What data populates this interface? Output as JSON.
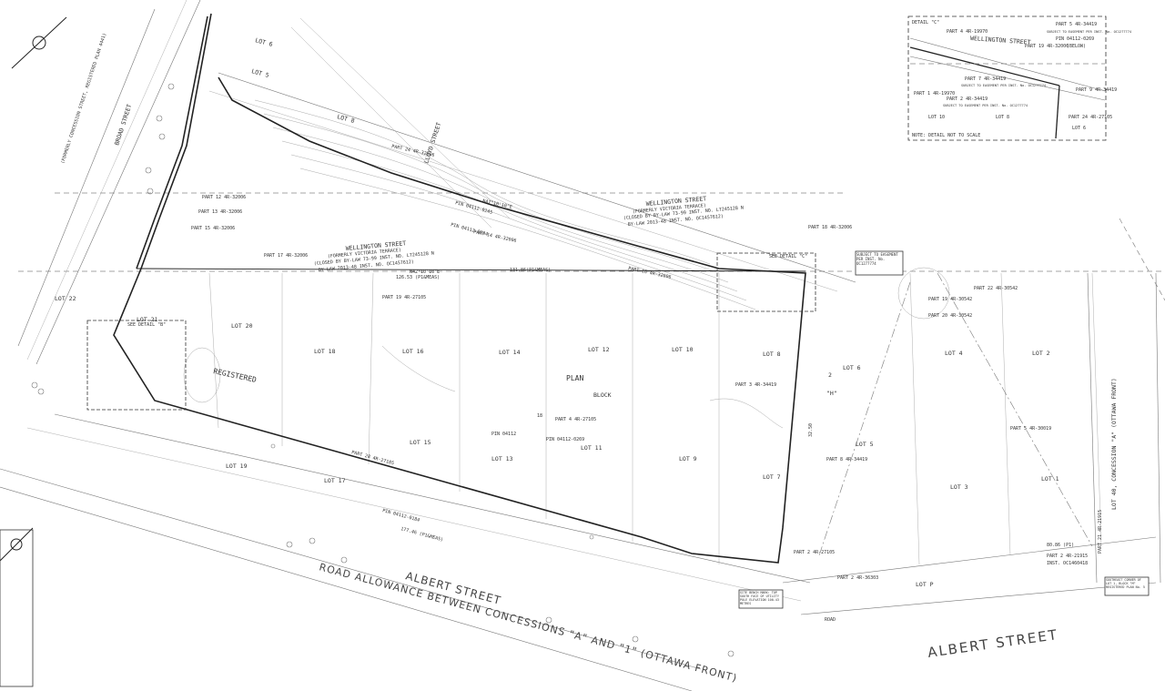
{
  "streets": {
    "wellington_top": "WELLINGTON STREET",
    "wellington_top_note1": "(FORMERLY VICTORIA TERRACE)",
    "wellington_top_note2": "(CLOSED BY BY-LAW 73-99 INST. NO. LT245128 N",
    "wellington_top_note3": "BY-LAW 2013-48 INST. NO. OC1457612)",
    "wellington_mid": "WELLINGTON STREET",
    "wellington_mid_note1": "(FORMERLY VICTORIA TERRACE)",
    "wellington_mid_note2": "(CLOSED BY BY-LAW 73-99 INST. NO. LT245128 N",
    "wellington_mid_note3": "BY-LAW 2013-48 INST. NO. OC1457612)",
    "albert_left": "ALBERT STREET",
    "albert_right": "ALBERT STREET",
    "road_allowance": "ROAD ALLOWANCE BETWEEN CONCESSIONS \"A\" AND \"1\" (OTTAWA FRONT)",
    "lot40": "LOT 40, CONCESSION \"A\" (OTTAWA FRONT)",
    "broad_left": "BROAD STREET",
    "broad_left_note": "(FORMERLY CONCESSION STREET, REGISTERED PLAN 4441)",
    "lloyd_street": "LLOYD STREET"
  },
  "lots": {
    "lot6_top": "LOT 6",
    "lot5_top": "LOT 5",
    "lot8_top": "LOT 8",
    "lot22": "LOT 22",
    "lot21": "LOT 21",
    "lot20": "LOT 20",
    "lot18": "LOT 18",
    "lot16": "LOT 16",
    "lot14": "LOT 14",
    "lot12": "LOT 12",
    "lot10": "LOT 10",
    "lot8": "LOT 8",
    "lot6": "LOT 6",
    "lot4": "LOT 4",
    "lot2": "LOT 2",
    "lot19": "LOT 19",
    "lot17": "LOT 17",
    "lot15": "LOT 15",
    "lot13": "LOT 13",
    "lot11": "LOT 11",
    "lot9": "LOT 9",
    "lot7": "LOT 7",
    "lot5": "LOT 5",
    "lot3": "LOT 3",
    "lot1": "LOT 1",
    "lot_p": "LOT P"
  },
  "labels": {
    "registered": "REGISTERED",
    "plan": "PLAN",
    "block": "BLOCK",
    "block_h": "\"H\"",
    "see_detail_b": "SEE DETAIL \"B\"",
    "see_detail_c": "SEE DETAIL \"C\"",
    "pin_04112": "PIN 04112",
    "pin_04112_0245": "PIN 04112-0245",
    "pin_04112_0244": "PIN 04112-0244",
    "part_17": "PART 17  4R-32006",
    "part_15": "PART 15  4R-32006",
    "part_18": "PART 18  4R-32006",
    "part_16": "PART 16  4R-32006",
    "part_12": "PART 12  4R-32006",
    "part_13": "PART 13  4R-32006",
    "part_14": "PART 14  4R-32006",
    "part_24": "PART 24  4R-32006",
    "part_19_right": "PART 19  4R-30542",
    "part_20_right": "PART 20  4R-30542",
    "part_22_right": "PART 22  4R-30542",
    "part_5_right": "PART 5  4R-30019",
    "part_3": "PART 3  4R-34419",
    "part_8_right": "PART 8  4R-34419",
    "part_2_ref": "PART 2  4R-27105",
    "part_4_left": "PART 4  4R-27105",
    "part_19_plan": "PART 19  4R-27105",
    "part_28": "PART 28  4R-27105",
    "part_2_bottom": "PART 2  4R-21915",
    "part_2_inst": "INST. OC1460418",
    "part_21_br": "PART 21  4R-21915",
    "part_2_road": "PART 2  4R-36303",
    "pin_04112_0184": "PIN 04112-0184",
    "pin_04112_0269": "PIN 04112-0269",
    "bearing_top": "N47°10'10\"E",
    "bearing_mid": "N42°10'10\"E",
    "dist_131": "131.86(P1&MEAS)",
    "dist_126": "126.53 (P1&MEAS)",
    "dist_177": "177.46 (P1&MEAS)",
    "dist_80": "80.86 (P1)",
    "dist_1_32": "32.50",
    "southeast_corner": "SOUTHEAST CORNER OF LOT 1, BLOCK \"M\" REGISTERED PLAN No. 5",
    "site_benchmark": "SITE BENCH MARK: TOP SOUTH FACE OF UTILITY POLE ELEVATION 100.43 METRES",
    "subject_easement": "SUBJECT TO EASEMENT PER INST. No. OC1277774",
    "num_2": "2",
    "num_18": "18",
    "road": "ROAD"
  },
  "detail_c": {
    "title": "DETAIL \"C\"",
    "street": "WELLINGTON STREET",
    "part4": "PART 4  4R-19970",
    "part19": "PART 19  4R-32006",
    "part5": "PART 5  4R-34419",
    "part5_note": "SUBJECT TO EASEMENT PER INST. No. OC1277774",
    "part5_pin": "PIN 04112-0269",
    "part5_sub": "(BELOW)",
    "part1": "PART 1  4R-19970",
    "part7": "PART 7  4R-34419",
    "part7_note": "SUBJECT TO EASEMENT PER INST. No. OC1277774",
    "part2": "PART 2  4R-34419",
    "part2_note": "SUBJECT TO EASEMENT PER INST. No. OC1277774",
    "part9": "PART 9  4R-34419",
    "part24": "PART 24  4R-27105",
    "lot10": "LOT 10",
    "lot8": "LOT 8",
    "lot6": "LOT 6",
    "note": "NOTE: DETAIL NOT TO SCALE"
  }
}
